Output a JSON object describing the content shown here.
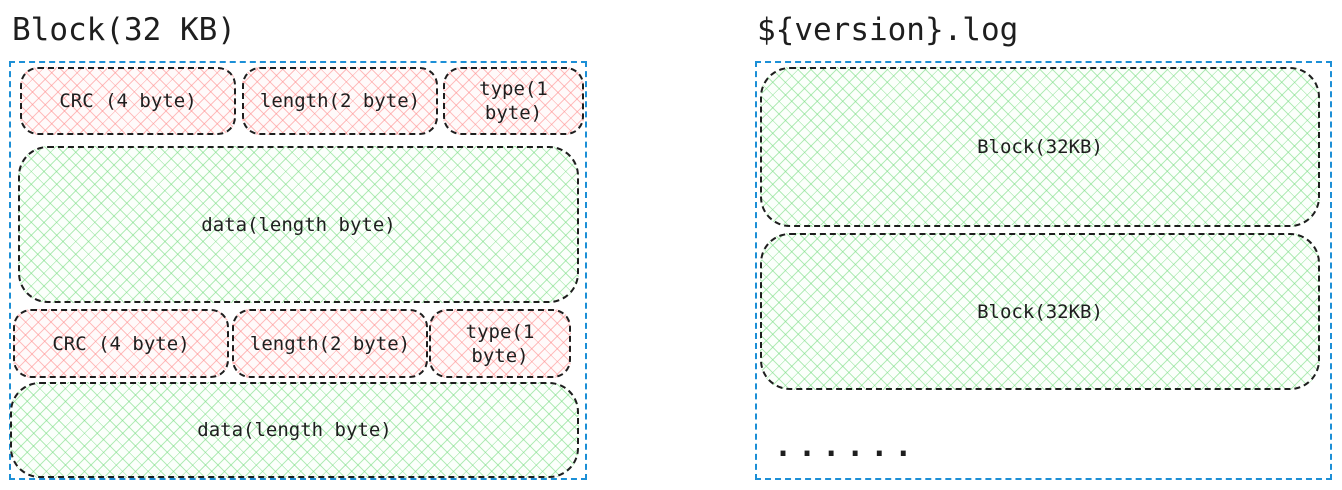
{
  "left": {
    "title": "Block(32 KB)",
    "record1": {
      "crc": "CRC (4 byte)",
      "length": "length(2 byte)",
      "type_line1": "type(1",
      "type_line2": "byte)",
      "data": "data(length byte)"
    },
    "record2": {
      "crc": "CRC (4 byte)",
      "length": "length(2 byte)",
      "type_line1": "type(1",
      "type_line2": "byte)",
      "data": "data(length byte)"
    }
  },
  "right": {
    "title": "${version}.log",
    "blocks": [
      "Block(32KB)",
      "Block(32KB)"
    ],
    "ellipsis": "......"
  },
  "colors": {
    "frame_border": "#1c8fd6",
    "header_fill": "#ffc9c9",
    "data_fill": "#b2f2bb",
    "stroke": "#1e1e1e"
  }
}
